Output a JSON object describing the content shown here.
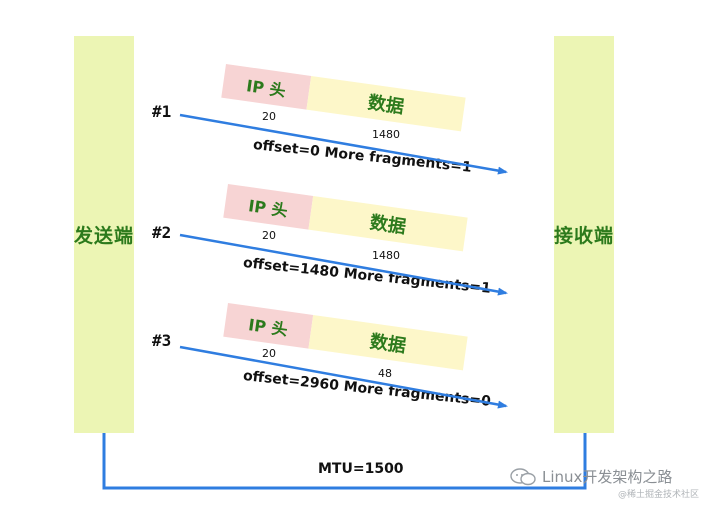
{
  "sender": {
    "label": "发送端"
  },
  "receiver": {
    "label": "接收端"
  },
  "packets": [
    {
      "id": "#1",
      "header_label": "IP 头",
      "data_label": "数据",
      "header_size": "20",
      "data_size": "1480",
      "caption": "offset=0 More fragments=1"
    },
    {
      "id": "#2",
      "header_label": "IP 头",
      "data_label": "数据",
      "header_size": "20",
      "data_size": "1480",
      "caption": "offset=1480 More fragments=1"
    },
    {
      "id": "#3",
      "header_label": "IP 头",
      "data_label": "数据",
      "header_size": "20",
      "data_size": "48",
      "caption": "offset=2960 More fragments=0"
    }
  ],
  "mtu": {
    "label": "MTU=1500"
  },
  "watermark": {
    "title": "Linux开发架构之路",
    "subtitle": "@稀土掘金技术社区"
  },
  "colors": {
    "bar_fill": "#ecf5b4",
    "bar_text": "#2c7a1c",
    "header_fill": "#f7d4d4",
    "payload_fill": "#fdf7c9",
    "arrow": "#2f7de0"
  }
}
